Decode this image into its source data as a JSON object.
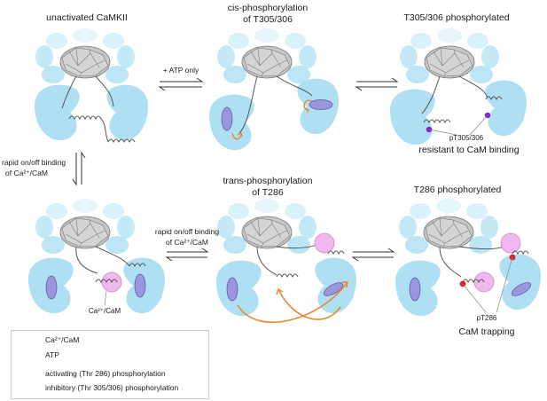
{
  "states": {
    "unactivated": {
      "title": "unactivated CaMKII"
    },
    "cis_phos": {
      "title_line1": "cis-phosphorylation",
      "title_line2": "of T305/306"
    },
    "t305_phos": {
      "title": "T305/306 phosphorylated",
      "site_label": "pT305/306",
      "note": "resistant to CaM binding"
    },
    "bound": {
      "cam_label": "Ca²⁺/CaM"
    },
    "trans_phos": {
      "title_line1": "trans-phosphorylation",
      "title_line2": "of T286"
    },
    "t286_phos": {
      "title": "T286 phosphorylated",
      "site_label": "pT286",
      "note": "CaM trapping"
    }
  },
  "transitions": {
    "atp_only": "+ ATP only",
    "rapid_line1": "rapid on/off binding",
    "rapid_line2": "of Ca²⁺/CaM",
    "rapid_v_line1": "rapid on/off binding",
    "rapid_v_line2": "of Ca²⁺/CaM"
  },
  "legend": {
    "items": [
      {
        "symbol": "cam-circle",
        "text": "Ca²⁺/CaM"
      },
      {
        "symbol": "atp-ellipse",
        "text": "ATP"
      },
      {
        "symbol": "red-dot",
        "text": "activating (Thr 286) phosphorylation"
      },
      {
        "symbol": "purple-dot",
        "text": "inhibitory (Thr 305/306) phosphorylation"
      }
    ]
  },
  "colors": {
    "kinase": "#aedff2",
    "hub": "#c8c8c8",
    "atp": "#9b95de",
    "cam": "#f0b8ee",
    "activating": "#e02020",
    "inhibitory": "#8a1fd6",
    "arrow_orange": "#e8892e"
  }
}
